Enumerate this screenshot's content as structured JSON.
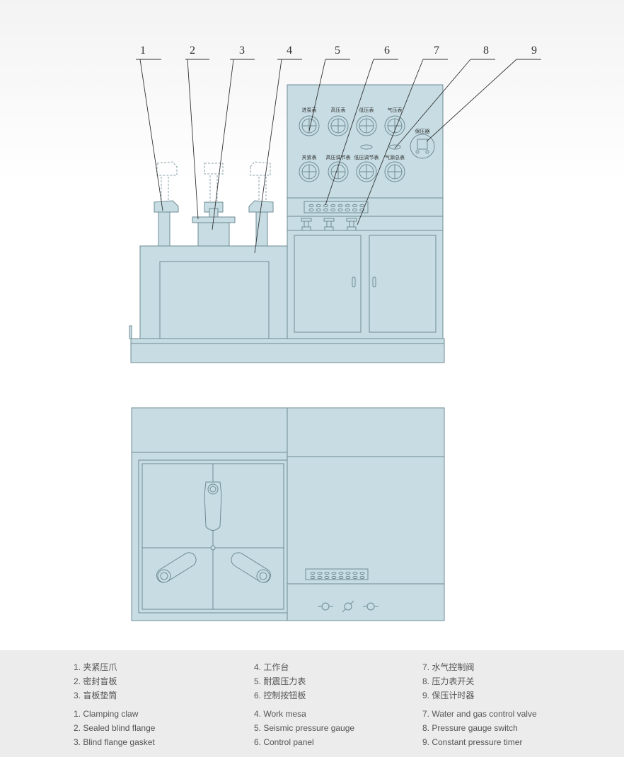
{
  "callouts": [
    "1",
    "2",
    "3",
    "4",
    "5",
    "6",
    "7",
    "8",
    "9"
  ],
  "gauges": {
    "row1": [
      "进泵表",
      "高压表",
      "低压表",
      "气压表"
    ],
    "row2": [
      "夹紧表",
      "高压调节表",
      "低压调节表",
      "气源总表"
    ],
    "timer": "保压器"
  },
  "legend": {
    "col1": {
      "cn": [
        "1. 夹紧压爪",
        "2. 密封盲板",
        "3. 盲板垫筒"
      ],
      "en": [
        "1. Clamping claw",
        "2. Sealed blind flange",
        "3. Blind flange gasket"
      ]
    },
    "col2": {
      "cn": [
        "4. 工作台",
        "5. 耐震压力表",
        "6. 控制按钮板"
      ],
      "en": [
        "4. Work mesa",
        "5. Seismic pressure gauge",
        "6. Control panel"
      ]
    },
    "col3": {
      "cn": [
        "7. 水气控制阀",
        "8. 压力表开关",
        "9. 保压计时器"
      ],
      "en": [
        "7. Water and gas control valve",
        "8. Pressure gauge switch",
        "9. Constant pressure timer"
      ]
    }
  },
  "colors": {
    "fill": "#c7dde3",
    "stroke": "#6f8b95",
    "leader": "#333333",
    "legend_bg": "#ececec"
  }
}
